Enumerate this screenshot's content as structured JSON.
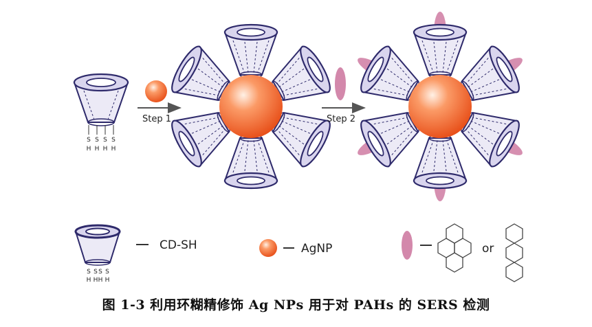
{
  "steps": {
    "step1": "Step 1",
    "step2": "Step 2"
  },
  "thiol": {
    "s": "S",
    "h": "H"
  },
  "legend": {
    "cd_label": "CD-SH",
    "np_label": "AgNP",
    "or_label": "or"
  },
  "caption": "图 1-3  利用环糊精修饰 Ag NPs 用于对 PAHs 的 SERS 检测",
  "colors": {
    "cd_outline": "#2e2a6b",
    "cd_fill": "#e3e0f2",
    "np_core": "#f05a1e",
    "pah": "#c86a96",
    "arrow": "#555555"
  }
}
